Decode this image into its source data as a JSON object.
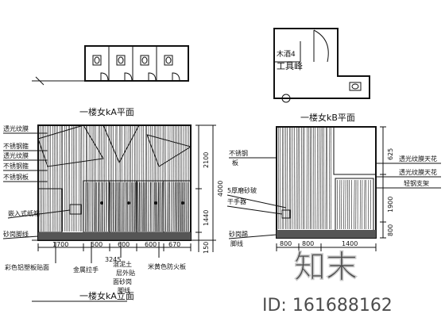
{
  "plan_a": {
    "title": "一楼女kA平面"
  },
  "plan_b": {
    "title": "一楼女kB平面",
    "room_labels": [
      "木酒4",
      "工具峰"
    ]
  },
  "elevation_a": {
    "title": "一楼女kA立面",
    "left_labels": [
      "透光纹膜",
      "不锈钢箍",
      "透光纹膜",
      "不锈钢箍",
      "不锈钢板",
      "嵌入式纸箱",
      "砂岗脚线"
    ],
    "bottom_labels": [
      "彩色铝塑板贴面",
      "金属拉手",
      "混泥土",
      "层外贴",
      "面砂岗",
      "脚线",
      "米黄色防火板"
    ],
    "dims_horizontal": [
      "1700",
      "600",
      "600",
      "600",
      "670",
      "3245"
    ],
    "dims_vertical": [
      "2100",
      "4000",
      "1440",
      "150"
    ]
  },
  "elevation_b": {
    "left_labels": [
      "不锈钢",
      "板",
      "5厚磨砂玻",
      "干手器",
      "砂岗踢",
      "脚线"
    ],
    "right_labels": [
      "透光纹膜天花",
      "透光纹膜天花",
      "轻钢支架"
    ],
    "dims_horizontal": [
      "800",
      "800",
      "1400"
    ],
    "dims_vertical": [
      "625",
      "1900",
      "800"
    ]
  },
  "watermark": {
    "brand": "知末",
    "id_text": "ID: 161688162"
  },
  "colors": {
    "ink": "#111111",
    "watermark": "#c8c8c8"
  }
}
